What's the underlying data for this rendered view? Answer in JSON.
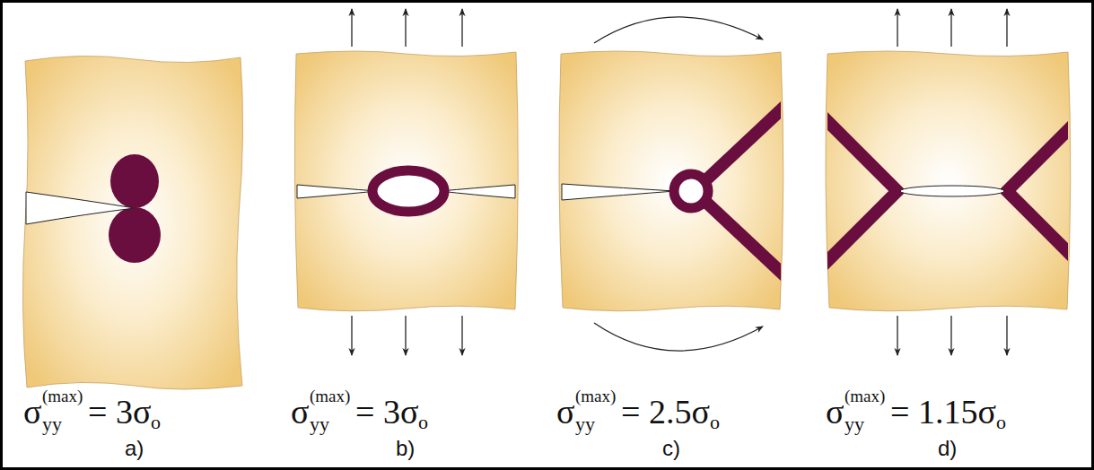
{
  "diagram": {
    "labels": [
      "σ",
      "(max)",
      "yy",
      "= 3σ",
      "o",
      "a)",
      "σ",
      "(max)",
      "yy",
      "= 3σ",
      "o",
      "b)",
      "σ",
      "(max)",
      "yy",
      "= 2.5σ",
      "o",
      "c)",
      "σ",
      "(max)",
      "yy",
      "= 1.15σ",
      "o",
      "d)"
    ]
  }
}
